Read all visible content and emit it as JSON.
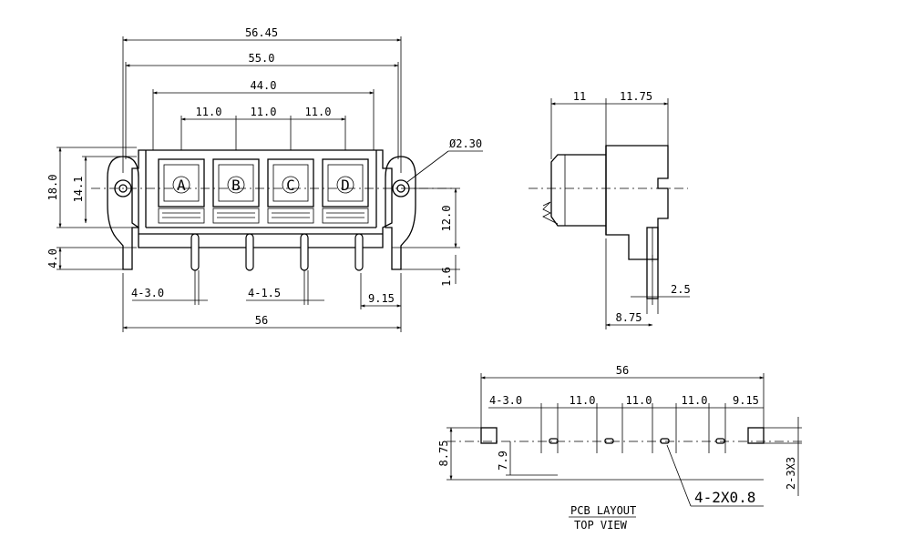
{
  "front_view": {
    "dim_overall": "56.45",
    "dim_mount": "55.0",
    "dim_terminals": "44.0",
    "pitch": [
      "11.0",
      "11.0",
      "11.0"
    ],
    "hole_dia": "Ø2.30",
    "height_total": "18.0",
    "height_body": "14.1",
    "height_pin": "12.0",
    "leg_height": "4.0",
    "pin_offset": "1.6",
    "pin_width_a": "4-3.0",
    "pin_width_b": "4-1.5",
    "edge_offset": "9.15",
    "base_width": "56",
    "terminal_letters": [
      "A",
      "B",
      "C",
      "D"
    ]
  },
  "side_view": {
    "depth_front": "11",
    "depth_rear": "11.75",
    "pin_thickness": "2.5",
    "pin_depth": "8.75"
  },
  "pcb_layout": {
    "width": "56",
    "pad_a": "4-3.0",
    "pitch": [
      "11.0",
      "11.0",
      "11.0"
    ],
    "edge": "9.15",
    "depth": "8.75",
    "row": "7.9",
    "slot": "2-3X3",
    "hole_callout": "4-2X0.8",
    "caption_1": "PCB LAYOUT",
    "caption_2": "TOP VIEW"
  }
}
